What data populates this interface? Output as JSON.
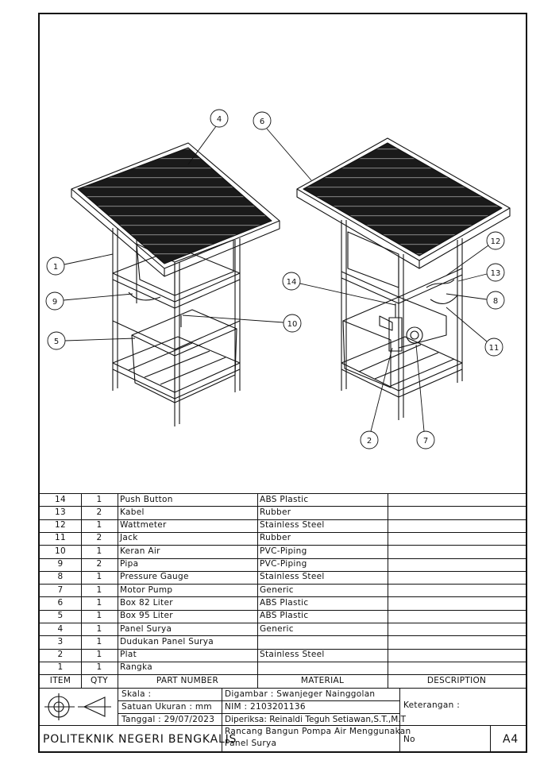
{
  "parts_list": {
    "rows": [
      {
        "item": "14",
        "qty": "1",
        "part": "Push Button",
        "material": "ABS Plastic",
        "desc": ""
      },
      {
        "item": "13",
        "qty": "2",
        "part": "Kabel",
        "material": "Rubber",
        "desc": ""
      },
      {
        "item": "12",
        "qty": "1",
        "part": "Wattmeter",
        "material": "Stainless Steel",
        "desc": ""
      },
      {
        "item": "11",
        "qty": "2",
        "part": "Jack",
        "material": "Rubber",
        "desc": ""
      },
      {
        "item": "10",
        "qty": "1",
        "part": "Keran Air",
        "material": "PVC-Piping",
        "desc": ""
      },
      {
        "item": "9",
        "qty": "2",
        "part": "Pipa",
        "material": "PVC-Piping",
        "desc": ""
      },
      {
        "item": "8",
        "qty": "1",
        "part": "Pressure Gauge",
        "material": "Stainless Steel",
        "desc": ""
      },
      {
        "item": "7",
        "qty": "1",
        "part": "Motor Pump",
        "material": "Generic",
        "desc": ""
      },
      {
        "item": "6",
        "qty": "1",
        "part": "Box 82 Liter",
        "material": "ABS Plastic",
        "desc": ""
      },
      {
        "item": "5",
        "qty": "1",
        "part": "Box 95 Liter",
        "material": "ABS Plastic",
        "desc": ""
      },
      {
        "item": "4",
        "qty": "1",
        "part": "Panel Surya",
        "material": "Generic",
        "desc": ""
      },
      {
        "item": "3",
        "qty": "1",
        "part": "Dudukan Panel Surya",
        "material": "",
        "desc": ""
      },
      {
        "item": "2",
        "qty": "1",
        "part": "Plat",
        "material": "Stainless Steel",
        "desc": ""
      },
      {
        "item": "1",
        "qty": "1",
        "part": "Rangka",
        "material": "",
        "desc": ""
      }
    ],
    "headers": {
      "item": "ITEM",
      "qty": "QTY",
      "part": "PART NUMBER",
      "material": "MATERIAL",
      "desc": "DESCRIPTION"
    }
  },
  "title_block": {
    "skala": "Skala :",
    "satuan": "Satuan Ukuran : mm",
    "tanggal": "Tanggal : 29/07/2023",
    "digambar": "Digambar : Swanjeger Nainggolan",
    "nim": "NIM : 2103201136",
    "diperiksa": "Diperiksa: Reinaldi Teguh Setiawan,S.T.,M.T",
    "keterangan": "Keterangan :",
    "institution": "POLITEKNIK NEGERI BENGKALIS",
    "project_line1": "Rancang Bangun Pompa Air  Menggunakan",
    "project_line2": "Panel Surya",
    "no": "No",
    "size": "A4"
  },
  "callouts": [
    "1",
    "2",
    "4",
    "5",
    "6",
    "7",
    "8",
    "9",
    "10",
    "11",
    "12",
    "13",
    "14"
  ]
}
